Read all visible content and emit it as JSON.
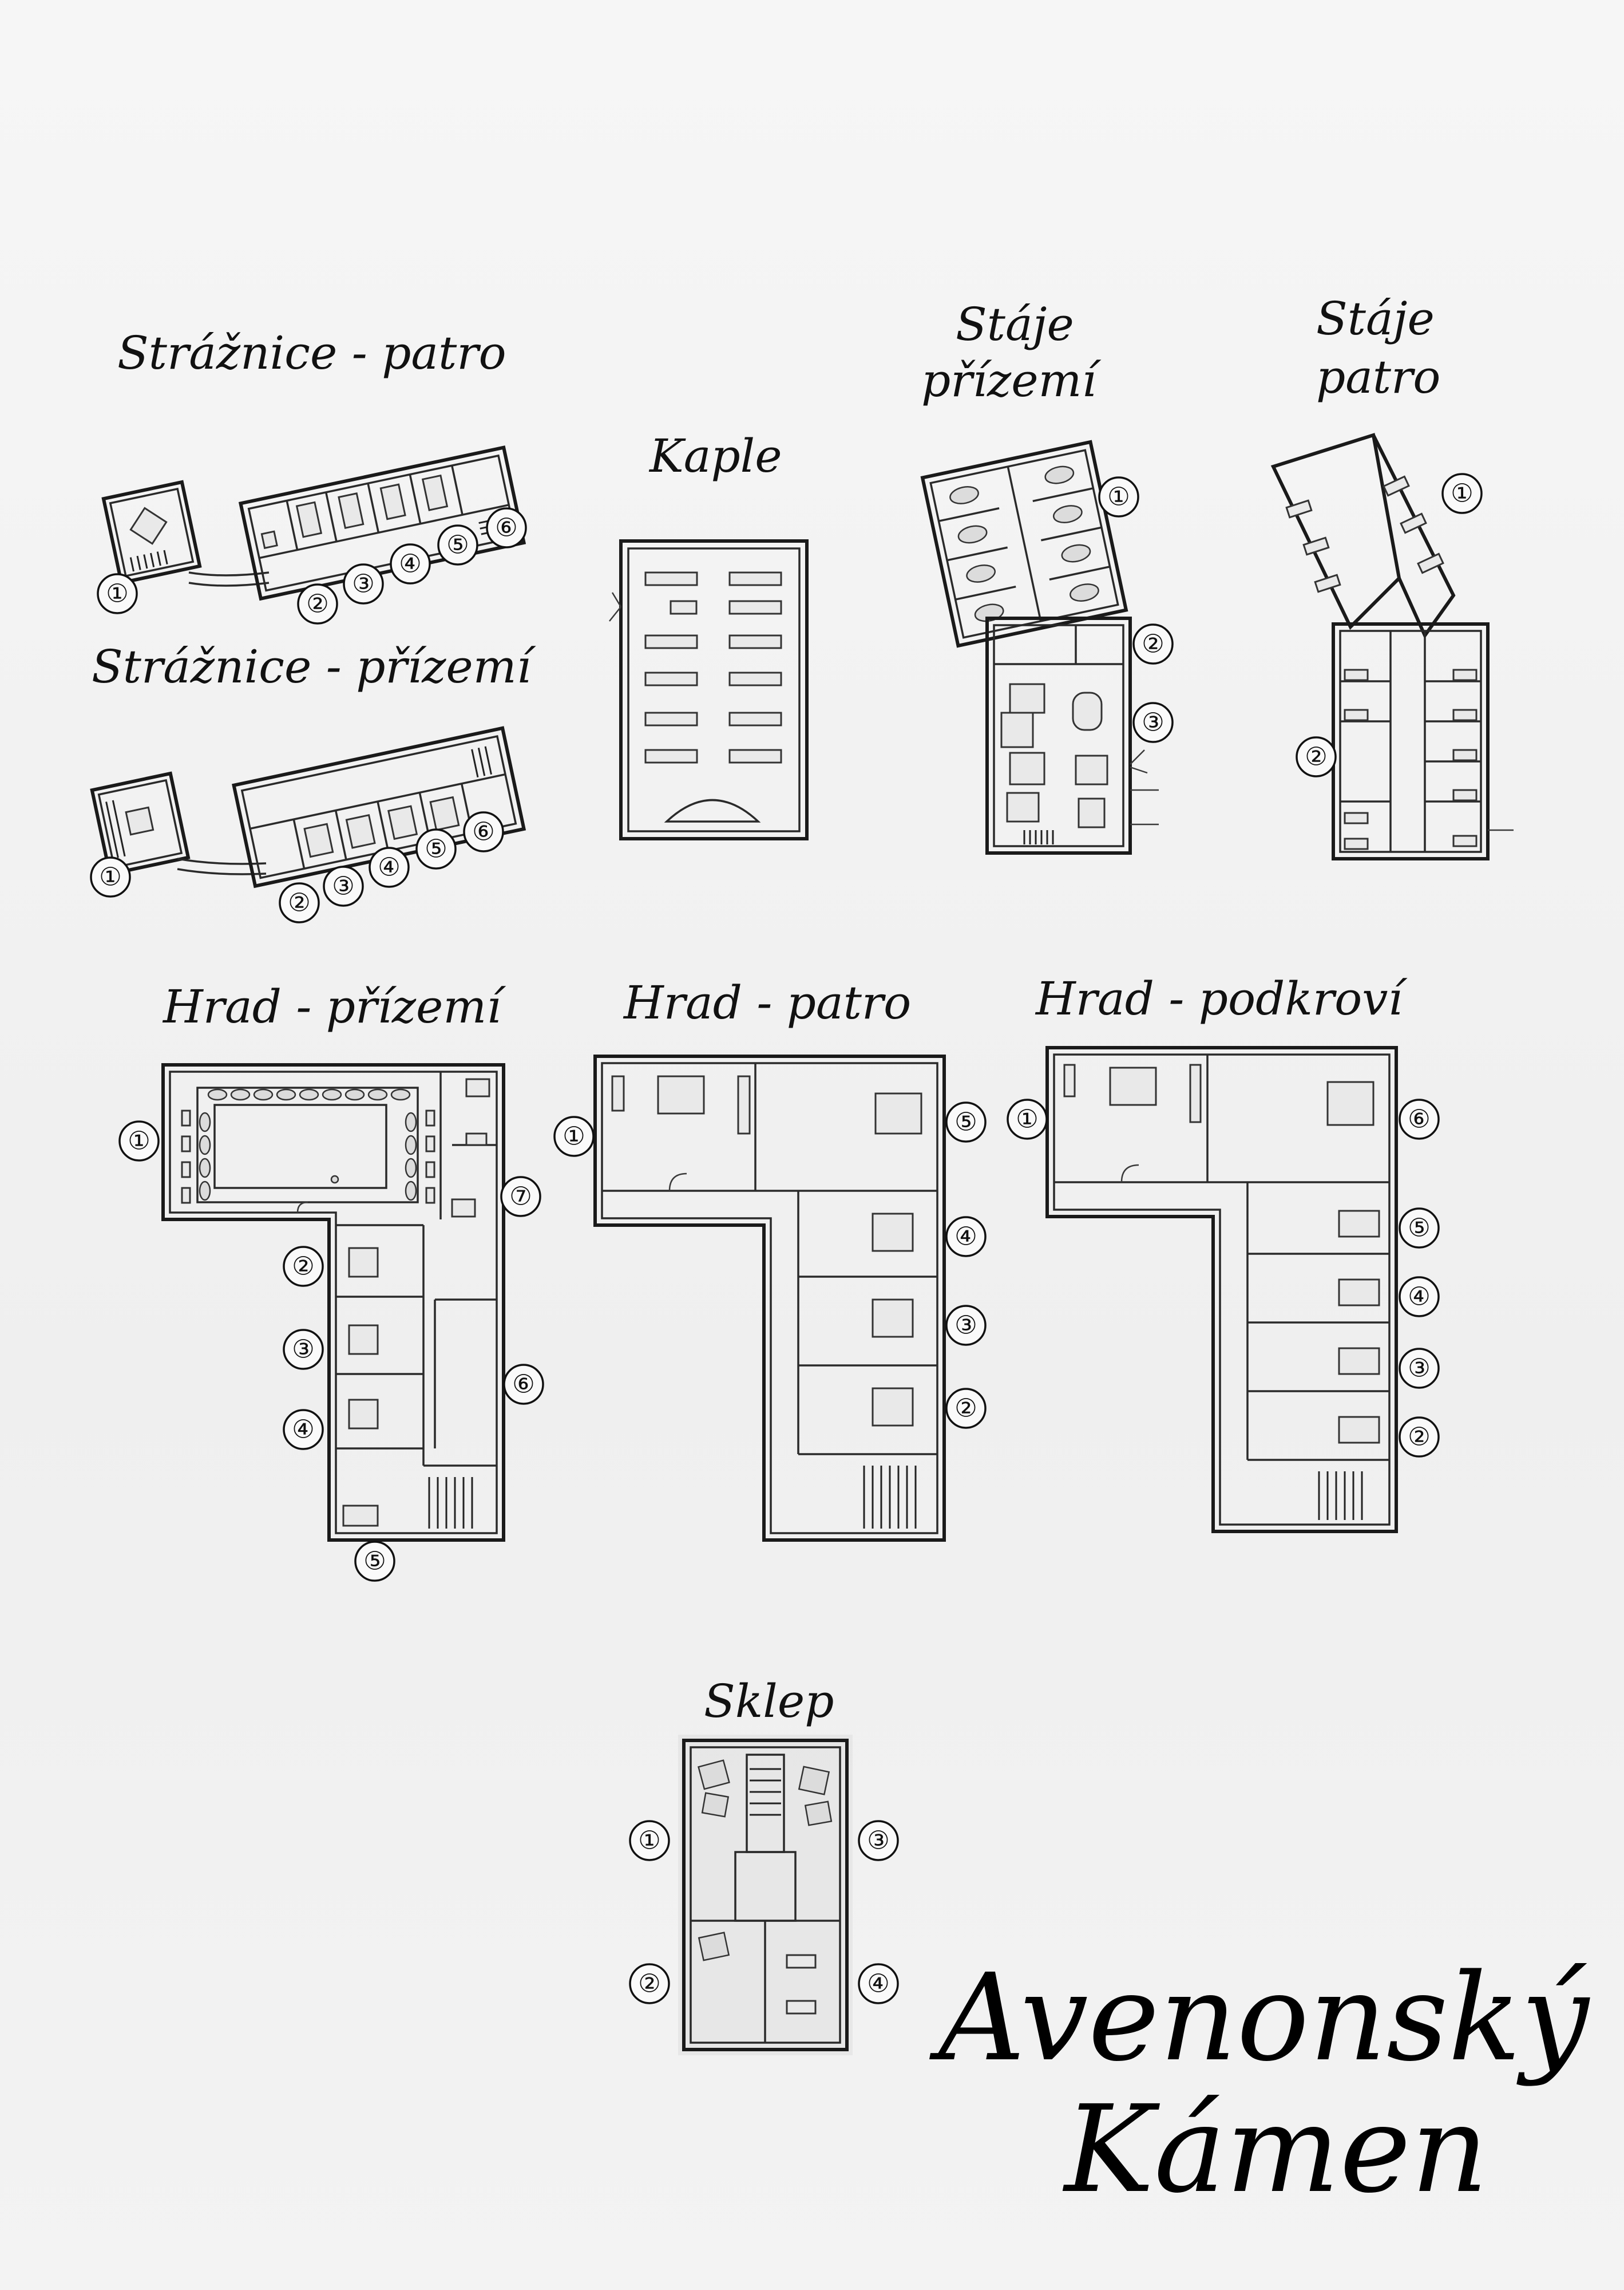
{
  "title": {
    "line1": "Avenonský",
    "line2": "Kámen"
  },
  "labels": {
    "straznice_patro": "Strážnice - patro",
    "straznice_prizemi": "Strážnice - přízemí",
    "kaple": "Kaple",
    "staje_prizemi_1": "Stáje",
    "staje_prizemi_2": "přízemí",
    "staje_patro_1": "Stáje",
    "staje_patro_2": "patro",
    "hrad_prizemi": "Hrad - přízemí",
    "hrad_patro": "Hrad - patro",
    "hrad_podkrovi": "Hrad - podkroví",
    "sklep": "Sklep"
  },
  "room_markers": {
    "straznice_patro": [
      "①",
      "②",
      "③",
      "④",
      "⑤",
      "⑥"
    ],
    "straznice_prizemi": [
      "①",
      "②",
      "③",
      "④",
      "⑤",
      "⑥"
    ],
    "staje_prizemi": [
      "①",
      "②",
      "③"
    ],
    "staje_patro": [
      "①",
      "②"
    ],
    "hrad_prizemi": [
      "①",
      "②",
      "③",
      "④",
      "⑤",
      "⑥",
      "⑦"
    ],
    "hrad_patro": [
      "①",
      "②",
      "③",
      "④",
      "⑤"
    ],
    "hrad_podkrovi": [
      "①",
      "②",
      "③",
      "④",
      "⑤",
      "⑥"
    ],
    "sklep": [
      "①",
      "②",
      "③",
      "④"
    ]
  }
}
